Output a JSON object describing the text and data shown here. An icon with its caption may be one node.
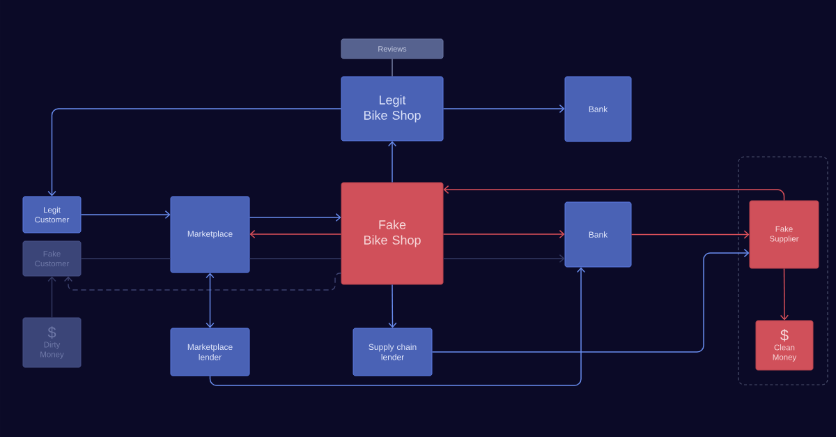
{
  "diagram": {
    "nodes": [
      {
        "text": [
          "Reviews"
        ]
      },
      {
        "text": [
          "Legit Bike Shop"
        ]
      },
      {
        "text": [
          "Bank"
        ]
      },
      {
        "text": [
          "Legit Customer"
        ]
      },
      {
        "text": [
          "Fake Customer"
        ]
      },
      {
        "text": [
          "$",
          "Dirty Money"
        ]
      },
      {
        "text": [
          "Marketplace"
        ]
      },
      {
        "text": [
          "Fake Bike Shop"
        ]
      },
      {
        "text": [
          "Bank"
        ]
      },
      {
        "text": [],
        "shape": "box"
      },
      {
        "text": [
          "Fake Supplier"
        ],
        "in": 9
      },
      {
        "text": [
          "$",
          "Clean Money"
        ],
        "in": 9
      },
      {
        "text": [
          "Marketplace lender"
        ]
      },
      {
        "text": [
          "Supply chain lender"
        ]
      }
    ],
    "edges": [
      {
        "from": 0,
        "to": 1,
        "arrow": "none",
        "color": "#7b84a9"
      },
      {
        "from": 1,
        "to": 2,
        "arrow": "to"
      },
      {
        "from": 1,
        "to": 3,
        "arrow": "to"
      },
      {
        "from": 7,
        "to": 1,
        "arrow": "to"
      },
      {
        "from": 3,
        "to": 6,
        "arrow": "to"
      },
      {
        "from": 6,
        "to": 7,
        "arrow": "to"
      },
      {
        "from": 7,
        "to": 6,
        "arrow": "to",
        "color": "#e0525b"
      },
      {
        "from": 4,
        "to": 6,
        "arrow": "none",
        "color": "#343a63"
      },
      {
        "from": 6,
        "to": 7,
        "arrow": "none",
        "color": "#343a63"
      },
      {
        "from": 7,
        "to": 8,
        "arrow": "to",
        "color": "#343a63"
      },
      {
        "from": 5,
        "to": 4,
        "arrow": "to",
        "color": "#343a63"
      },
      {
        "from": 7,
        "to": 4,
        "arrow": "to",
        "style": "dashed",
        "color": "#3e4370"
      },
      {
        "from": 6,
        "to": 12,
        "arrow": "both"
      },
      {
        "from": 7,
        "to": 13,
        "arrow": "to"
      },
      {
        "from": 7,
        "to": 8,
        "arrow": "to",
        "color": "#e0525b"
      },
      {
        "from": 8,
        "to": 10,
        "arrow": "to",
        "color": "#e0525b"
      },
      {
        "from": 10,
        "to": 7,
        "arrow": "to",
        "color": "#e0525b"
      },
      {
        "from": 13,
        "to": 10,
        "arrow": "to"
      },
      {
        "from": 12,
        "to": 8,
        "arrow": "to"
      },
      {
        "from": 10,
        "to": 11,
        "arrow": "to",
        "color": "#e0525b"
      }
    ]
  }
}
